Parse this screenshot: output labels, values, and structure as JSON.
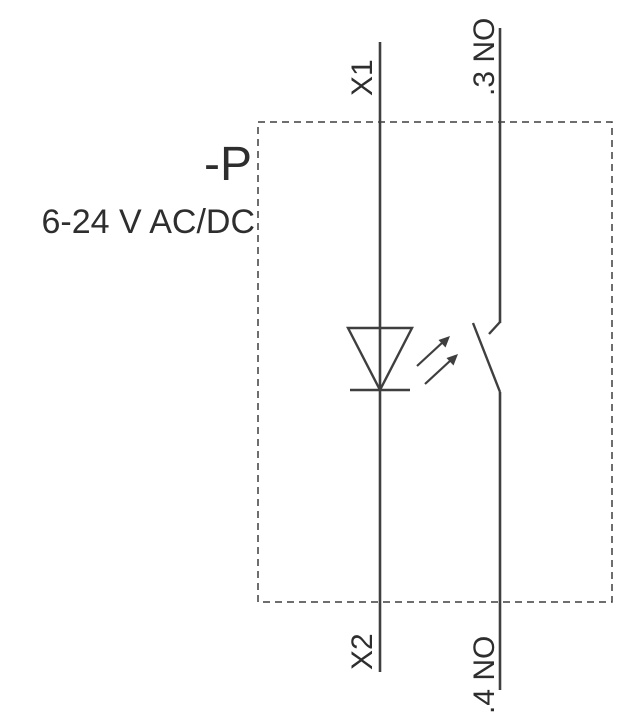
{
  "diagram": {
    "component_label": "-P",
    "voltage_label": "6-24 V AC/DC",
    "terminals": {
      "led_top": "X1",
      "led_bottom": "X2",
      "contact_top": ".3 NO",
      "contact_bottom": ".4 NO"
    },
    "symbols": {
      "left_branch": "led-indicator-symbol",
      "right_branch": "normally-open-contact-symbol",
      "emission": "light-emission-arrows"
    },
    "colors": {
      "line": "#3f3f3f",
      "text": "#2e2e2e",
      "background": "#ffffff"
    }
  }
}
